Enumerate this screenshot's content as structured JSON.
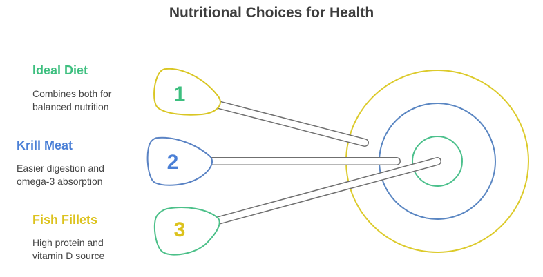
{
  "title": "Nutritional Choices for Health",
  "items": [
    {
      "number": "1",
      "title": "Ideal Diet",
      "desc_line1": "Combines both for",
      "desc_line2": "balanced nutrition",
      "color": "#3dbf7f",
      "stroke": "#d9c623"
    },
    {
      "number": "2",
      "title": "Krill Meat",
      "desc_line1": "Easier digestion and",
      "desc_line2": "omega-3 absorption",
      "color": "#4a7fd6",
      "stroke": "#5a83c4"
    },
    {
      "number": "3",
      "title": "Fish Fillets",
      "desc_line1": "High protein and",
      "desc_line2": "vitamin D source",
      "color": "#dcc21c",
      "stroke": "#4cc089"
    }
  ],
  "target": {
    "outer_ring_color": "#dcca2a",
    "middle_ring_color": "#5a86c2",
    "inner_ring_color": "#4cc08c"
  }
}
